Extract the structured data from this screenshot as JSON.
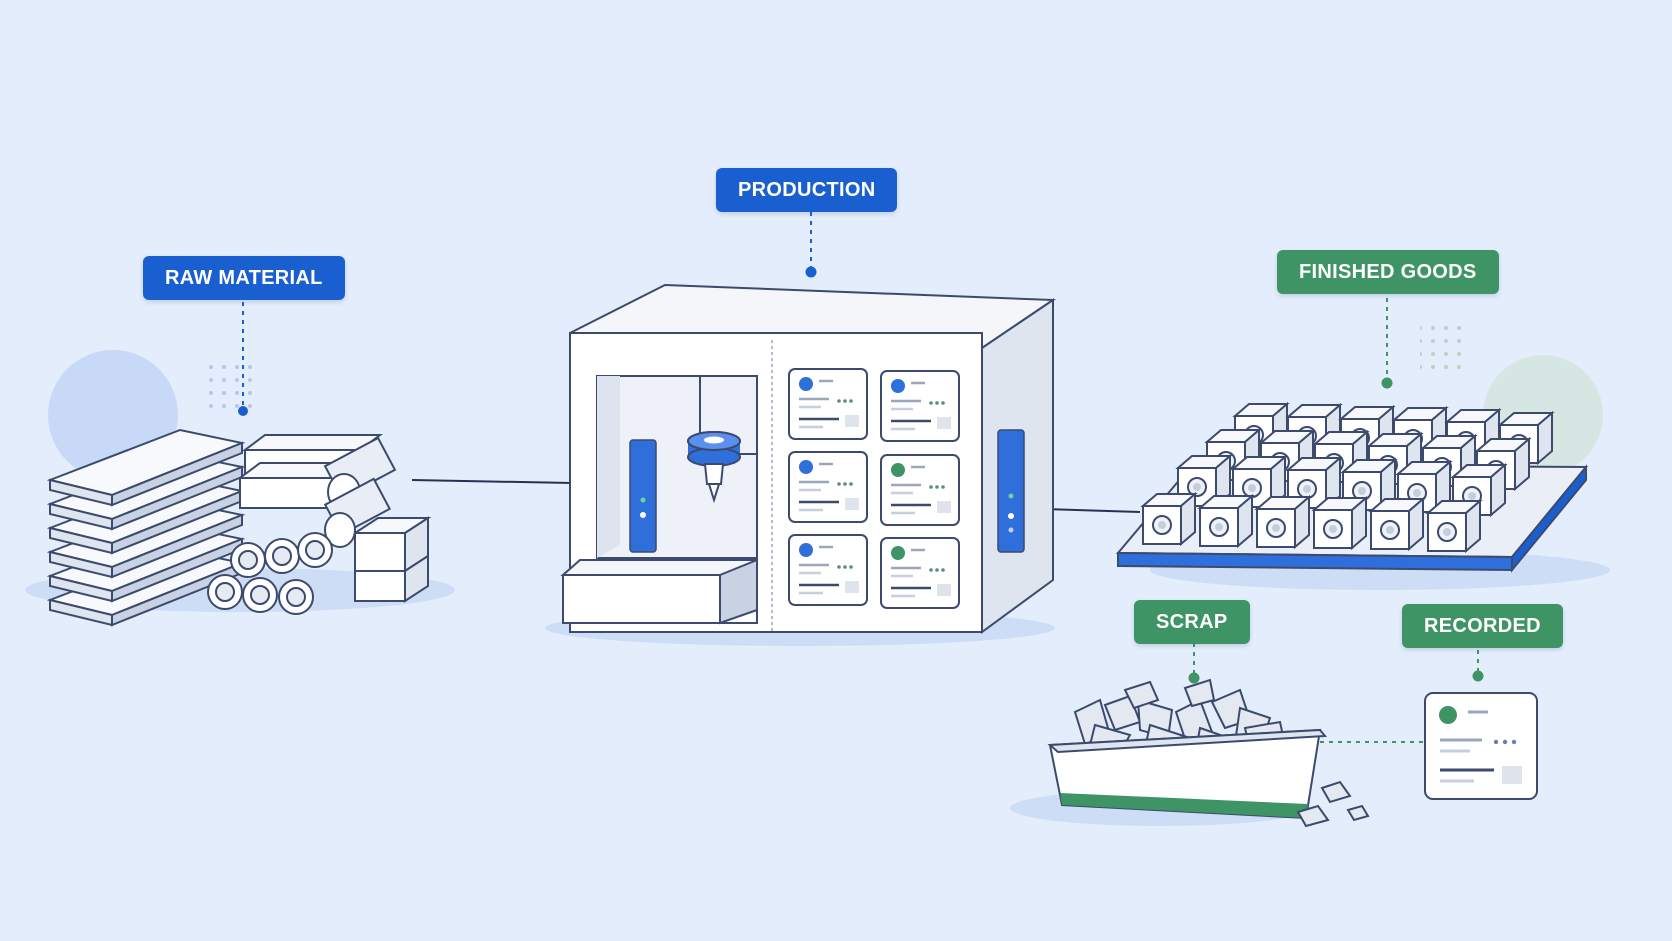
{
  "labels": {
    "raw_material": "RAW MATERIAL",
    "production": "PRODUCTION",
    "finished_goods": "FINISHED GOODS",
    "scrap": "SCRAP",
    "recorded": "RECORDED"
  },
  "colors": {
    "background": "#e3edfb",
    "primary_blue": "#1a5fd0",
    "success_green": "#3f9465",
    "outline": "#3c4a6e",
    "surface": "#ffffff"
  },
  "icons": {
    "raw_material": "material-stack-icon",
    "production": "cnc-machine-icon",
    "finished_goods": "parts-tray-icon",
    "scrap": "scrap-bin-icon",
    "recorded": "record-card-icon"
  }
}
